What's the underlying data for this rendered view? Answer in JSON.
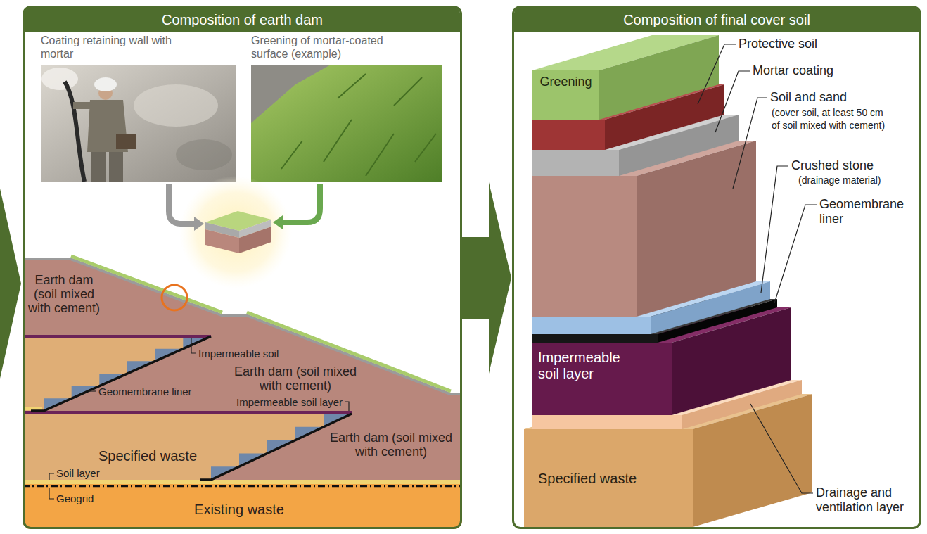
{
  "diagram": {
    "nodes": [
      {
        "text": [
          "Composition of earth dam"
        ]
      },
      {
        "text": [
          "Coating retaining wall with mortar"
        ],
        "in": 0
      },
      {
        "text": [
          "Greening of mortar-coated surface (example)"
        ],
        "in": 0
      },
      {
        "text": [
          "Earth dam (soil mixed with cement)"
        ],
        "in": 0
      },
      {
        "text": [
          "Earth dam (soil mixed with cement)"
        ],
        "in": 0
      },
      {
        "text": [
          "Earth dam (soil mixed with cement)"
        ],
        "in": 0
      },
      {
        "text": [
          "Specified waste"
        ],
        "in": 0
      },
      {
        "text": [
          "Existing waste"
        ],
        "in": 0
      },
      {
        "text": [
          "Composition of final cover soil"
        ]
      },
      {
        "text": [
          "Greening"
        ],
        "in": 8
      },
      {
        "text": [
          "Impermeable soil layer"
        ],
        "in": 8
      },
      {
        "text": [
          "Specified waste"
        ],
        "in": 8
      }
    ],
    "edges": [
      {
        "from": 0,
        "to": 8,
        "arrow": "to"
      }
    ],
    "labels": [
      "Impermeable soil",
      "Geomembrane liner",
      "Impermeable soil layer",
      "Soil layer",
      "Geogrid",
      "Protective soil",
      "Mortar coating",
      "Soil and sand",
      "(cover soil, at least 50 cm of soil mixed with cement)",
      "Crushed stone",
      "(drainage material)",
      "Geomembrane liner",
      "Drainage and ventilation layer"
    ]
  }
}
